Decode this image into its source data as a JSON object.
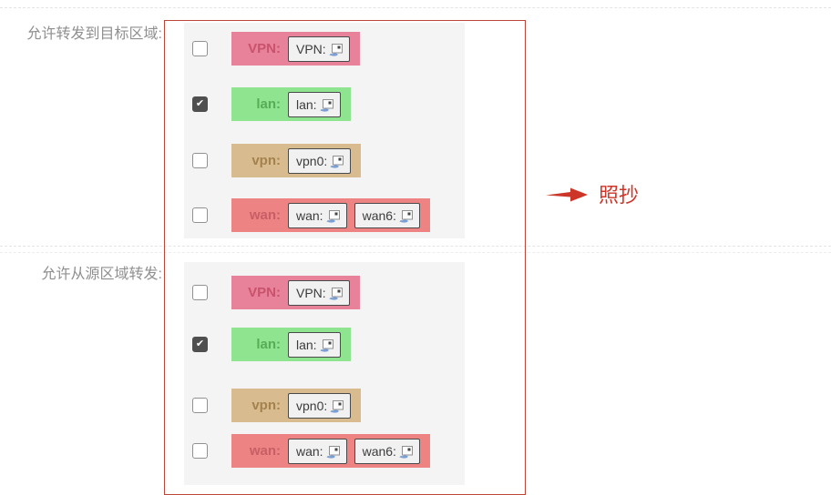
{
  "annotation": {
    "label": "照抄",
    "label_color": "#cd3528",
    "arrow_color": "#cd3528",
    "frame_color": "#bc4639"
  },
  "icons": {
    "network_chip_icon": "broken-image-icon"
  },
  "sections": [
    {
      "label": "允许转发到目标区域:",
      "zones": [
        {
          "label": "VPN:",
          "checked": false,
          "badge_bg": "#e8829a",
          "label_color": "#c9526e",
          "networks": [
            "VPN:"
          ]
        },
        {
          "label": "lan:",
          "checked": true,
          "badge_bg": "#8fe58f",
          "label_color": "#55ad55",
          "networks": [
            "lan:"
          ]
        },
        {
          "label": "vpn:",
          "checked": false,
          "badge_bg": "#d8bb8e",
          "label_color": "#a3824e",
          "networks": [
            "vpn0:"
          ]
        },
        {
          "label": "wan:",
          "checked": false,
          "badge_bg": "#ee8383",
          "label_color": "#c75f66",
          "networks": [
            "wan:",
            "wan6:"
          ]
        }
      ]
    },
    {
      "label": "允许从源区域转发:",
      "zones": [
        {
          "label": "VPN:",
          "checked": false,
          "badge_bg": "#e8829a",
          "label_color": "#c9526e",
          "networks": [
            "VPN:"
          ]
        },
        {
          "label": "lan:",
          "checked": true,
          "badge_bg": "#8fe58f",
          "label_color": "#55ad55",
          "networks": [
            "lan:"
          ]
        },
        {
          "label": "vpn:",
          "checked": false,
          "badge_bg": "#d8bb8e",
          "label_color": "#a3824e",
          "networks": [
            "vpn0:"
          ]
        },
        {
          "label": "wan:",
          "checked": false,
          "badge_bg": "#ee8383",
          "label_color": "#c75f66",
          "networks": [
            "wan:",
            "wan6:"
          ]
        }
      ]
    }
  ]
}
